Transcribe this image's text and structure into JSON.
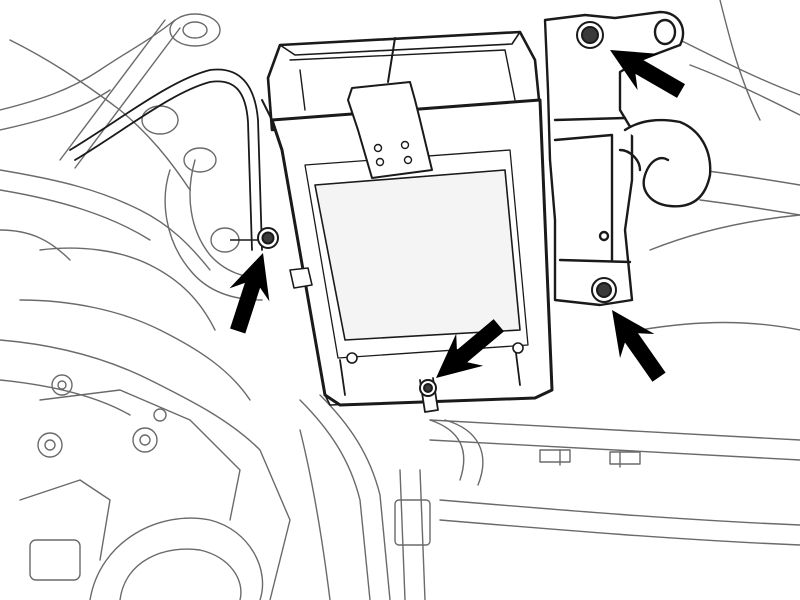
{
  "diagram": {
    "style": "line-art",
    "subject": "canister-removal",
    "colors": {
      "line": "#1a1a1a",
      "thin": "#6a6a6a",
      "fill": "#ffffff",
      "panel": "#f4f4f4",
      "arrow": "#000000"
    },
    "callouts": [
      {
        "id": "bolt-upper-right",
        "icon": "arrow-pointing-up-left"
      },
      {
        "id": "nut-lower-right",
        "icon": "arrow-pointing-up-left"
      },
      {
        "id": "bolt-bottom-center",
        "icon": "arrow-pointing-down-left"
      },
      {
        "id": "bolt-left",
        "icon": "arrow-pointing-up-right"
      }
    ]
  }
}
